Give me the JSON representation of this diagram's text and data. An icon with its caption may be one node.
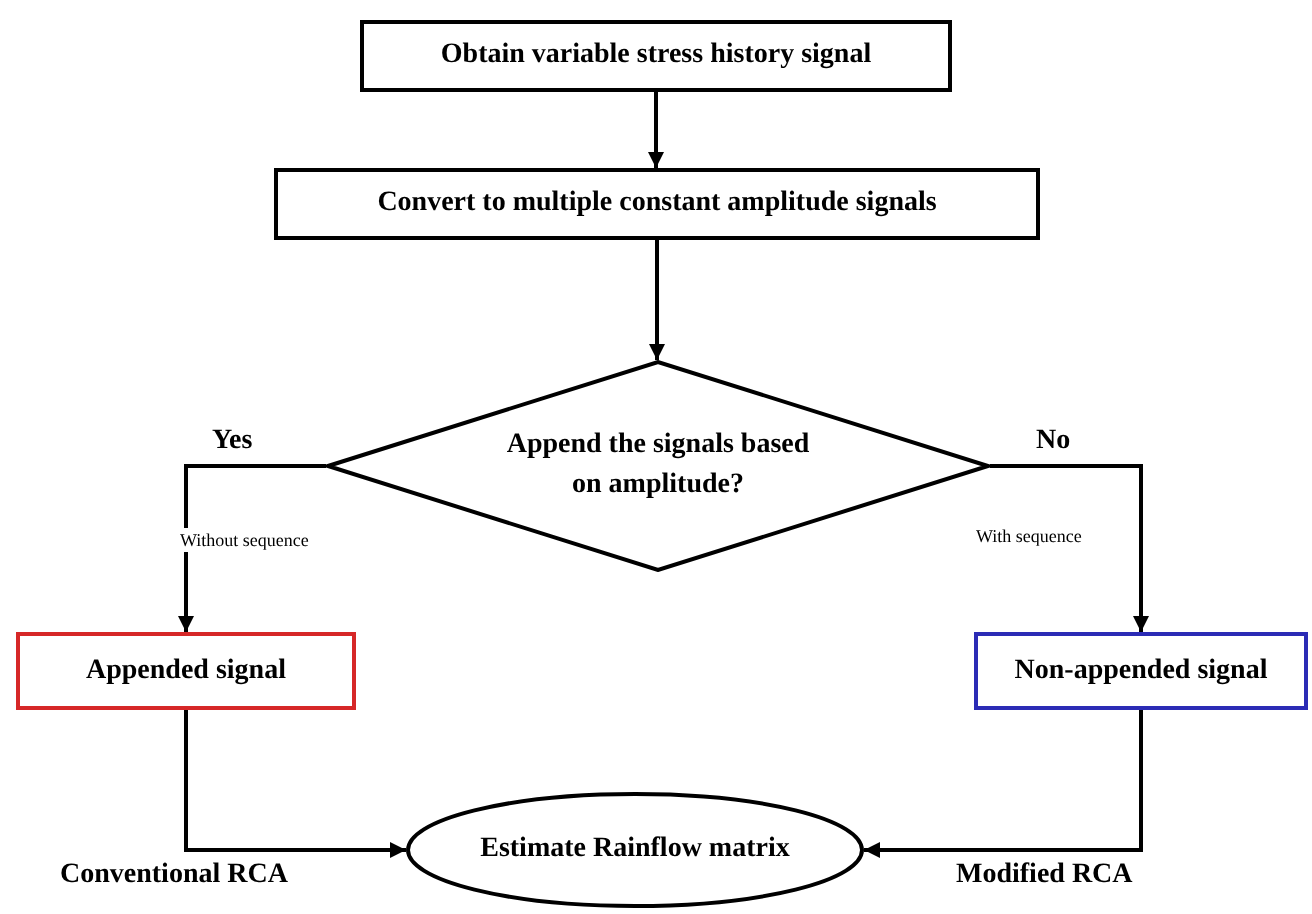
{
  "diagram": {
    "nodes": [
      {
        "text": [
          "Obtain variable stress history signal"
        ]
      },
      {
        "text": [
          "Convert to multiple constant amplitude signals"
        ]
      },
      {
        "text": [
          "Append the signals based on amplitude?"
        ]
      },
      {
        "text": [
          "Appended signal"
        ]
      },
      {
        "text": [
          "Non-appended signal"
        ]
      },
      {
        "text": [
          "Estimate Rainflow matrix"
        ]
      }
    ],
    "edges": [
      {
        "from": 0,
        "to": 1,
        "arrow": "to"
      },
      {
        "from": 1,
        "to": 2,
        "arrow": "to"
      },
      {
        "from": 2,
        "to": 3,
        "arrow": "to",
        "label": "Yes"
      },
      {
        "from": 2,
        "to": 4,
        "arrow": "to",
        "label": "No"
      },
      {
        "from": 3,
        "to": 5,
        "arrow": "to",
        "label": "Conventional RCA"
      },
      {
        "from": 4,
        "to": 5,
        "arrow": "to",
        "label": "Modified RCA"
      }
    ],
    "labels": [
      "Without sequence",
      "With sequence"
    ]
  }
}
